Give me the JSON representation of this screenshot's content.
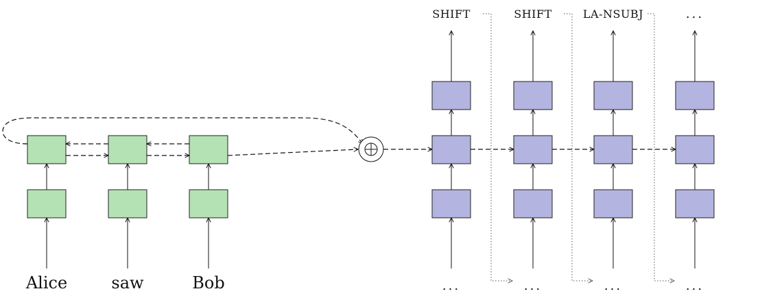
{
  "encoder": {
    "words": [
      "Alice",
      "saw",
      "Bob"
    ],
    "colors": {
      "box": "#b5e2b5"
    }
  },
  "combine": {
    "symbol": "⊕"
  },
  "decoder": {
    "actions": [
      "SHIFT",
      "SHIFT",
      "LA-NSUBJ",
      "..."
    ],
    "inputs": [
      "...",
      "...",
      "...",
      "..."
    ],
    "colors": {
      "box": "#b4b4e0"
    }
  }
}
